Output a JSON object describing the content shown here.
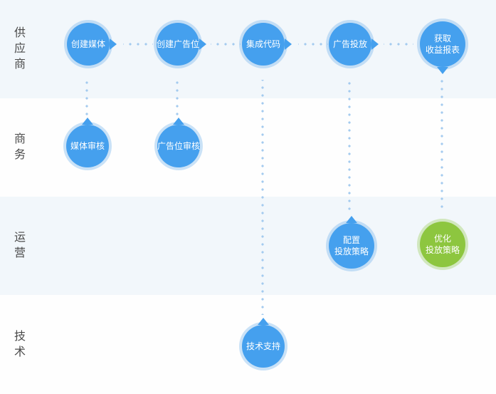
{
  "diagram": {
    "name": "ad-platform-workflow",
    "lanes": [
      {
        "id": "supplier",
        "label": "供应商"
      },
      {
        "id": "business",
        "label": "商务"
      },
      {
        "id": "operations",
        "label": "运营"
      },
      {
        "id": "technology",
        "label": "技术"
      }
    ],
    "nodes": [
      {
        "id": "create-media",
        "label": "创建媒体",
        "lane": "supplier",
        "color": "blue",
        "pointer": "right"
      },
      {
        "id": "create-ad-slot",
        "label": "创建广告位",
        "lane": "supplier",
        "color": "blue",
        "pointer": "right"
      },
      {
        "id": "integrate-code",
        "label": "集成代码",
        "lane": "supplier",
        "color": "blue",
        "pointer": "right"
      },
      {
        "id": "ad-delivery",
        "label": "广告投放",
        "lane": "supplier",
        "color": "blue",
        "pointer": "right"
      },
      {
        "id": "get-revenue-report",
        "label": "获取\n收益报表",
        "lane": "supplier",
        "color": "blue",
        "pointer": "bottom"
      },
      {
        "id": "media-review",
        "label": "媒体审核",
        "lane": "business",
        "color": "blue",
        "pointer": "top"
      },
      {
        "id": "ad-slot-review",
        "label": "广告位审核",
        "lane": "business",
        "color": "blue",
        "pointer": "top"
      },
      {
        "id": "configure-strategy",
        "label": "配置\n投放策略",
        "lane": "operations",
        "color": "blue",
        "pointer": "top"
      },
      {
        "id": "optimize-strategy",
        "label": "优化\n投放策略",
        "lane": "operations",
        "color": "green",
        "pointer": "none"
      },
      {
        "id": "tech-support",
        "label": "技术支持",
        "lane": "technology",
        "color": "blue",
        "pointer": "top"
      }
    ],
    "edges": [
      {
        "from": "create-media",
        "to": "create-ad-slot",
        "style": "dotted-horizontal"
      },
      {
        "from": "create-ad-slot",
        "to": "integrate-code",
        "style": "dotted-horizontal"
      },
      {
        "from": "integrate-code",
        "to": "ad-delivery",
        "style": "dotted-horizontal"
      },
      {
        "from": "ad-delivery",
        "to": "get-revenue-report",
        "style": "dotted-horizontal"
      },
      {
        "from": "create-media",
        "to": "media-review",
        "style": "dotted-vertical"
      },
      {
        "from": "create-ad-slot",
        "to": "ad-slot-review",
        "style": "dotted-vertical"
      },
      {
        "from": "integrate-code",
        "to": "tech-support",
        "style": "dotted-vertical"
      },
      {
        "from": "ad-delivery",
        "to": "configure-strategy",
        "style": "dotted-vertical"
      },
      {
        "from": "get-revenue-report",
        "to": "optimize-strategy",
        "style": "dotted-vertical"
      }
    ]
  },
  "colors": {
    "node_blue": "#45a0ee",
    "node_green": "#8dc63f",
    "ring_blue": "rgba(94,168,234,0.32)",
    "ring_green": "rgba(141,198,63,0.32)",
    "node_text": "#ffffff",
    "dot": "#a4cbef",
    "band_alt": "#f2f7fb",
    "band_base": "#fefefe",
    "label_text": "#4a4a4a"
  }
}
